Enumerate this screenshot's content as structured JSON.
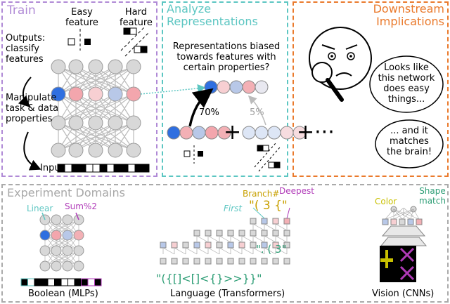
{
  "panels": {
    "train": {
      "title": "Train",
      "easy_feature": "Easy\nfeature",
      "hard_feature": "Hard\nfeature",
      "outputs": "Outputs:\nclassify\nfeatures",
      "manipulate": "Manipulate\ntask & data\nproperties",
      "input": "Input"
    },
    "analyze": {
      "title": "Analyze\nRepresentations",
      "question": "Representations biased\ntowards features with\ncertain properties?",
      "pct_easy": "70%",
      "pct_hard": "5%"
    },
    "downstream": {
      "title": "Downstream\nImplications",
      "bubble1": "Looks like\nthis network\ndoes easy\nthings...",
      "bubble2": "... and it\nmatches\nthe brain!"
    },
    "experiments": {
      "title": "Experiment Domains",
      "boolean": {
        "linear": "Linear",
        "sum2": "Sum%2",
        "caption": "Boolean (MLPs)"
      },
      "language": {
        "branch": "Branch#",
        "deepest": "Deepest",
        "first": "First",
        "top_tokens": "\"( 3 {\"",
        "bottom_tokens": "\". ( 3\"",
        "sequence": "\"({[]<[]<{}>>}}\"",
        "caption": "Language (Transformers)"
      },
      "vision": {
        "color": "Color",
        "shape_match": "Shape\nmatch",
        "caption": "Vision (CNNs)"
      }
    }
  },
  "colors": {
    "train": "#b08ad6",
    "analyze": "#5cc6c2",
    "downstream": "#ea7a2c",
    "experiments": "#aaaaaa",
    "easy_blue": "#2f6fe0",
    "easy_red": "#f3a6ad",
    "purple": "#b03ab8",
    "green": "#2e9e76",
    "olive": "#c8c000"
  }
}
